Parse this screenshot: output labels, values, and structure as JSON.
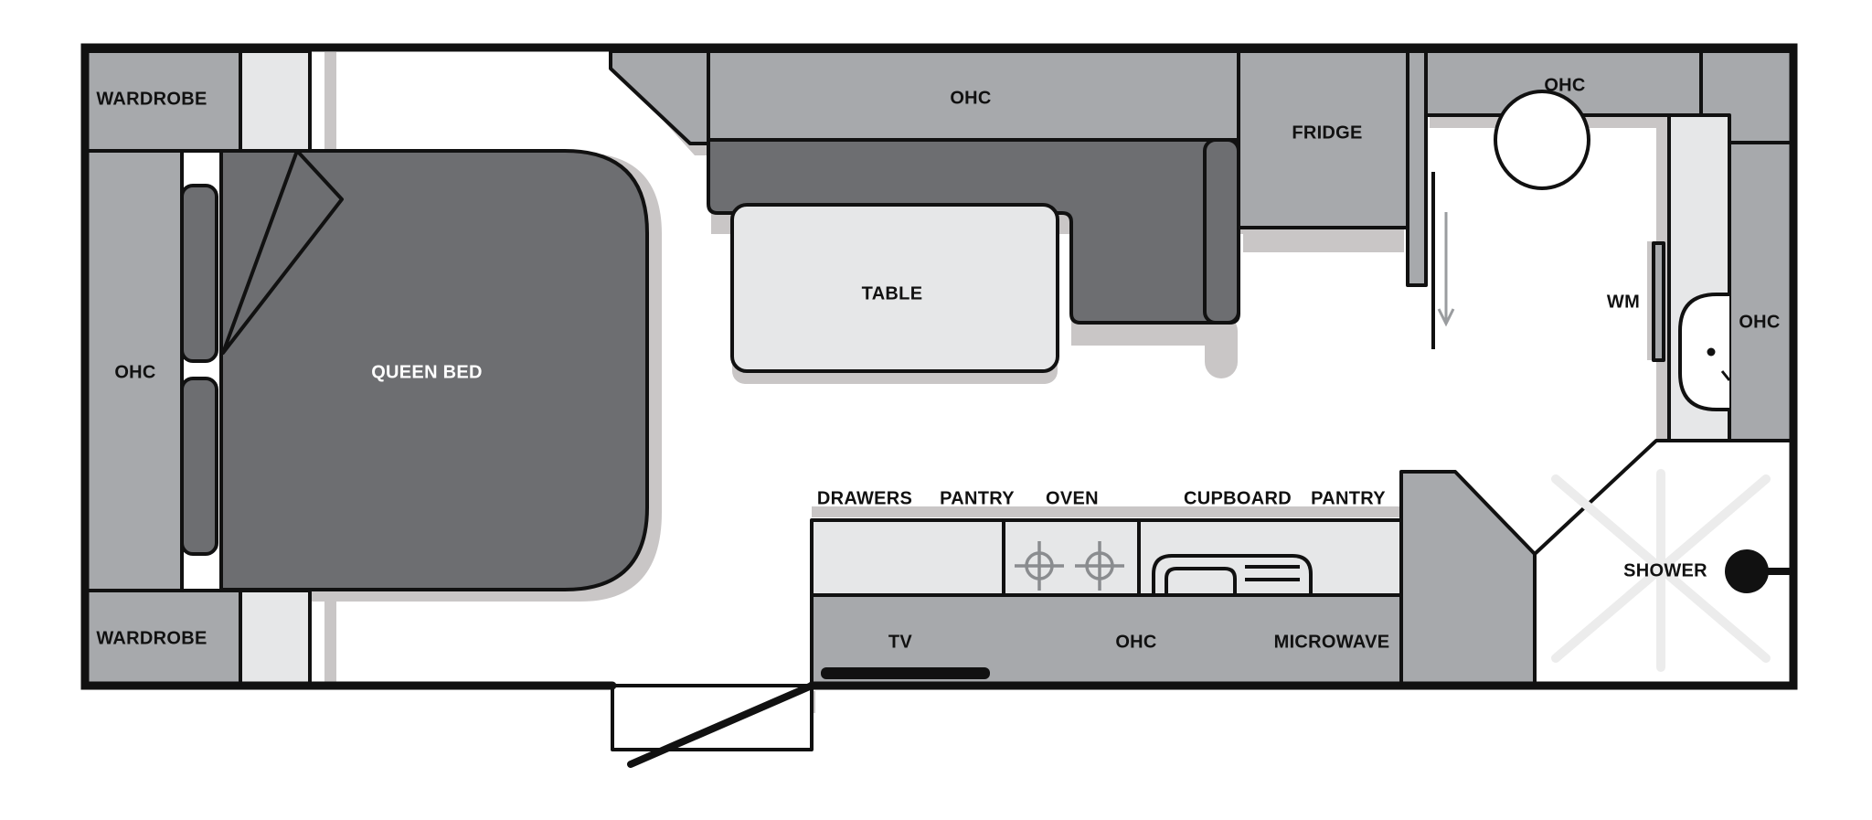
{
  "labels": {
    "wardrobe_top": "WARDROBE",
    "wardrobe_bottom": "WARDROBE",
    "ohc_left": "OHC",
    "queen_bed": "QUEEN BED",
    "ohc_top": "OHC",
    "table": "TABLE",
    "fridge": "FRIDGE",
    "ohc_bathroom_top": "OHC",
    "wm": "WM",
    "ohc_right": "OHC",
    "shower": "SHOWER",
    "drawers": "DRAWERS",
    "pantry_left": "PANTRY",
    "oven": "OVEN",
    "cupboard": "CUPBOARD",
    "pantry_right": "PANTRY",
    "tv": "TV",
    "ohc_bottom": "OHC",
    "microwave": "MICROWAVE"
  },
  "colors": {
    "outline": "#111111",
    "light_fill": "#e6e7e8",
    "mid_fill": "#a7a9ac",
    "dark_fill": "#6d6e71",
    "shadow": "#c9c6c6",
    "shower_cross": "#ececec"
  }
}
